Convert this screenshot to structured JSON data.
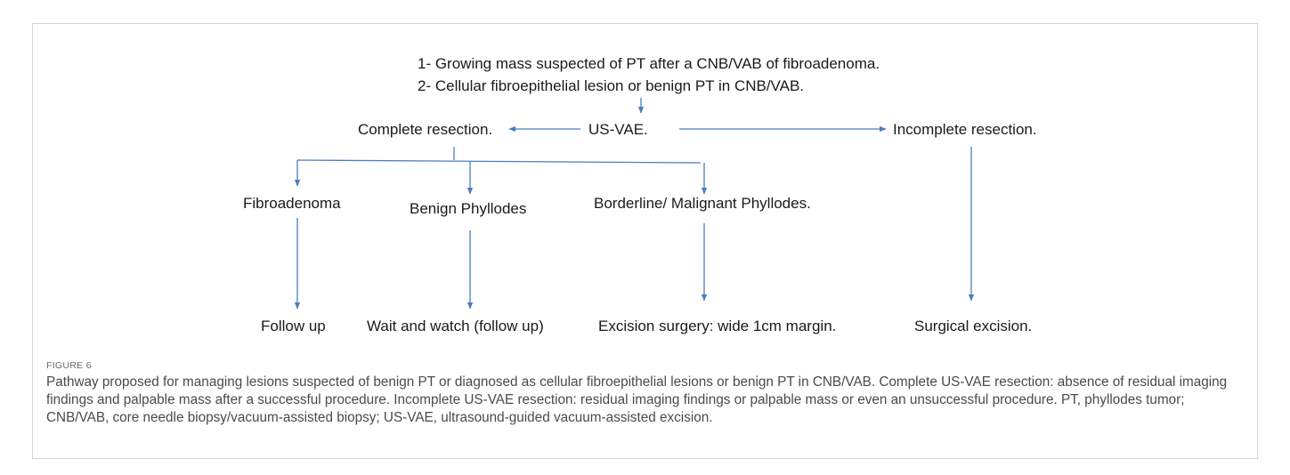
{
  "nodes": {
    "start_line1": "1- Growing mass suspected of PT after a CNB/VAB of fibroadenoma.",
    "start_line2": "2- Cellular fibroepithelial lesion or benign PT in CNB/VAB.",
    "usvae": "US-VAE.",
    "complete": "Complete resection.",
    "incomplete": "Incomplete resection.",
    "fibroadenoma": "Fibroadenoma",
    "benign_phyllodes": "Benign Phyllodes",
    "borderline": "Borderline/ Malignant Phyllodes.",
    "follow_up": "Follow up",
    "wait_watch": "Wait and watch (follow up)",
    "excision_surgery": "Excision surgery: wide 1cm margin.",
    "surgical_excision": "Surgical excision."
  },
  "figure": {
    "label": "FIGURE 6",
    "caption": "Pathway proposed for managing lesions suspected of benign PT or diagnosed as cellular fibroepithelial lesions or benign PT in CNB/VAB. Complete US-VAE resection: absence of residual imaging findings and palpable mass after a successful procedure. Incomplete US-VAE resection: residual imaging findings or palpable mass or even an unsuccessful procedure. PT, phyllodes tumor; CNB/VAB, core needle biopsy/vacuum-assisted biopsy; US-VAE, ultrasound-guided vacuum-assisted excision."
  },
  "colors": {
    "arrow": "#4a7ebf",
    "text": "#1a1a1a",
    "caption": "#4a4a4a",
    "border": "#d3d3d3"
  }
}
